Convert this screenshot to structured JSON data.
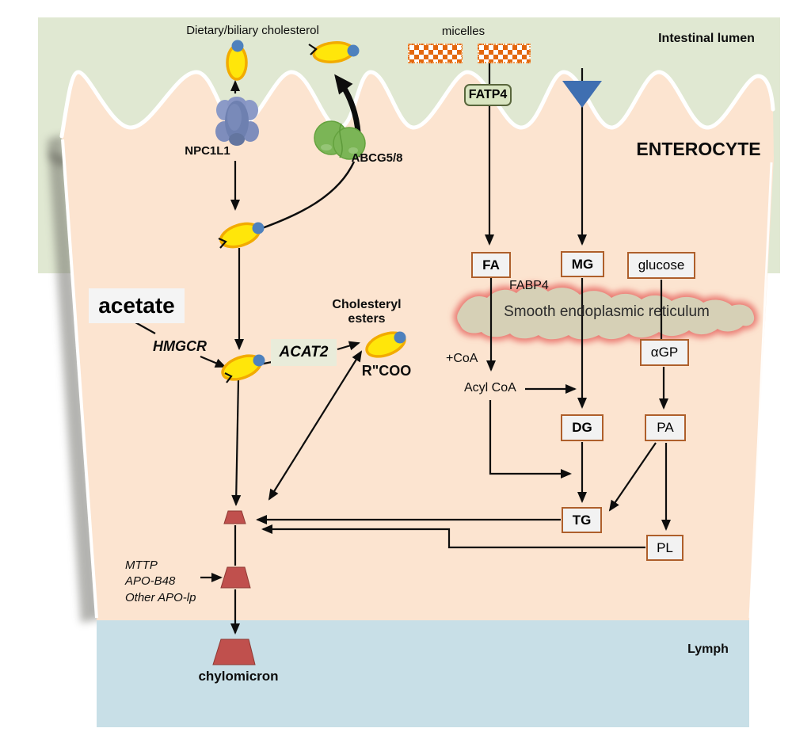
{
  "regions": {
    "lumen_title": "Intestinal lumen",
    "cell_title": "ENTEROCYTE",
    "lymph_title": "Lymph"
  },
  "lumen": {
    "dietary_cholesterol": "Dietary/biliary cholesterol",
    "micelles": "micelles"
  },
  "transporters": {
    "npc1l1": "NPC1L1",
    "abcg58": "ABCG5/8",
    "fatp4": "FATP4"
  },
  "cholesterol": {
    "acetate": "acetate",
    "hmgcr": "HMGCR",
    "acat2": "ACAT2",
    "esters": "Cholesteryl esters",
    "rcoo": "R\"COO"
  },
  "lipids": {
    "fa": "FA",
    "mg": "MG",
    "glucose": "glucose",
    "fabp4": "FABP4",
    "ser": "Smooth endoplasmic reticulum",
    "plus_coa": "+CoA",
    "acyl_coa": "Acyl CoA",
    "agp": "αGP",
    "dg": "DG",
    "pa": "PA",
    "tg": "TG",
    "pl": "PL"
  },
  "chylomicron": {
    "mttp": "MTTP",
    "apo_b48": "APO-B48",
    "other_apo": "Other APO-lp",
    "label": "chylomicron"
  },
  "colors": {
    "lumen_green": "#e0e8d2",
    "cell_peach": "#fce4d0",
    "lymph_blue": "#c8dfe7",
    "node_border_brown": "#ae5f2b",
    "node_fill": "#f2f2f2",
    "chylomicron_red": "#c0504d",
    "cholesterol_yellow": "#ffe60a",
    "cholesterol_rim": "#f2ab00",
    "sterol_dot_blue": "#4e81bd",
    "npc1l1_blue": "#6e80b0",
    "abcg58_green": "#7bb556",
    "triangle_blue": "#3f6fb1",
    "micelle_orange": "#e3670e",
    "ser_tan": "#d6d0b6",
    "ser_glow": "#ea7a72",
    "fatp4_green": "#d9e5c1"
  }
}
